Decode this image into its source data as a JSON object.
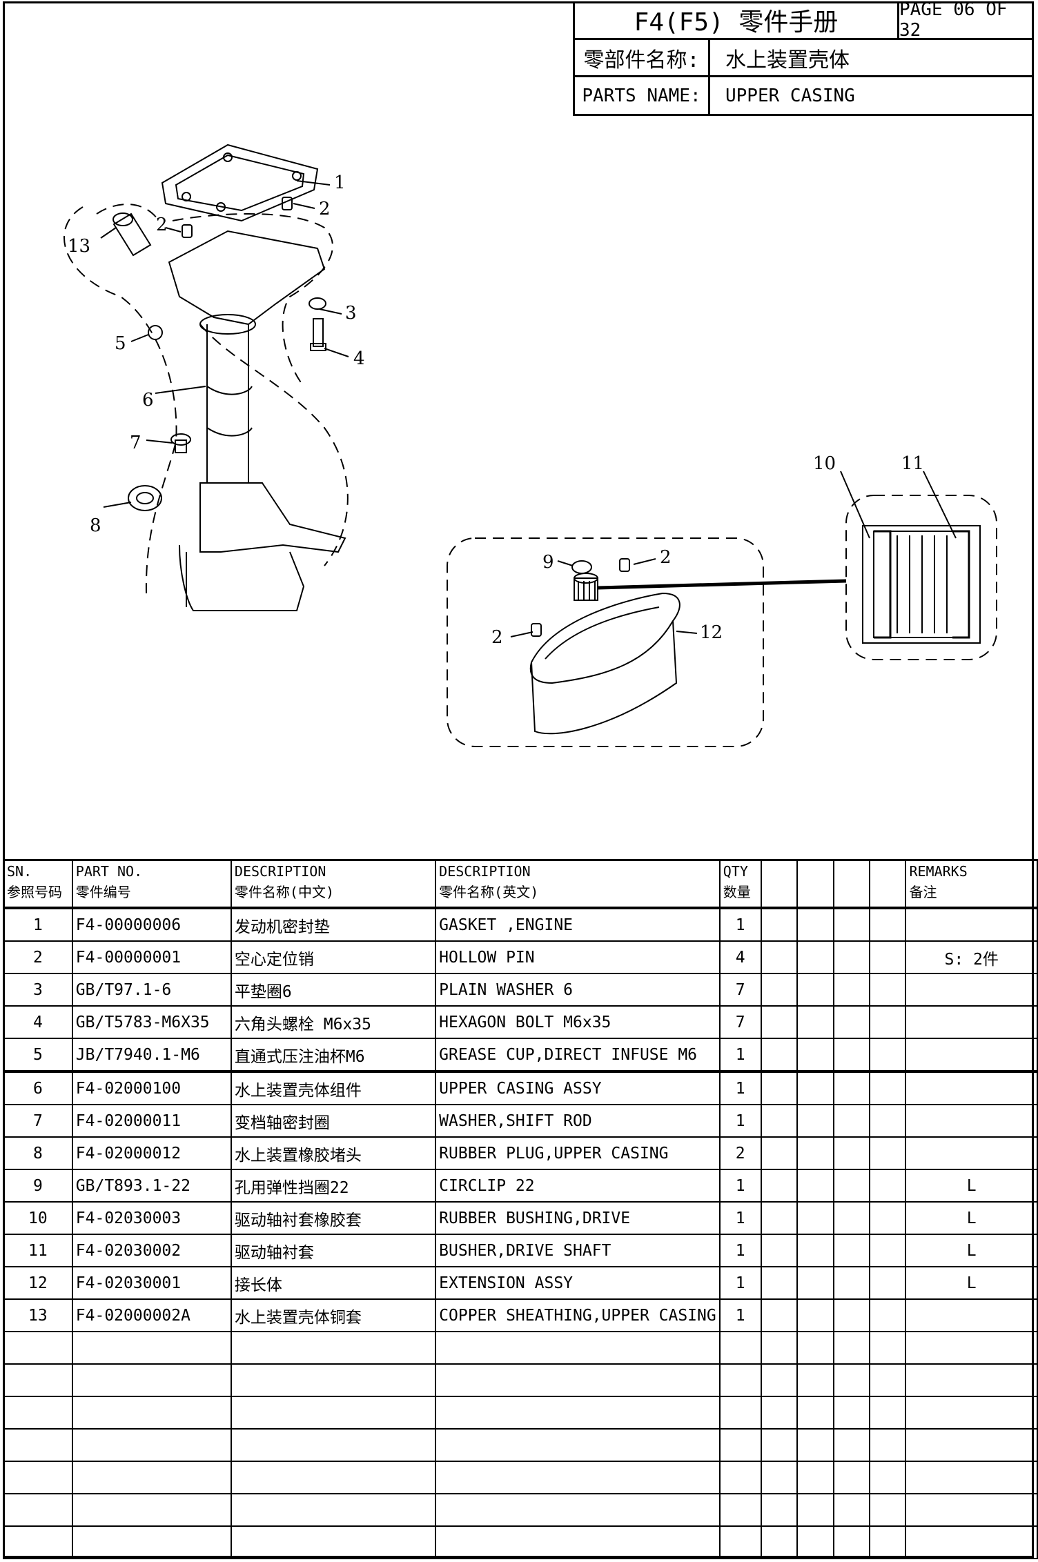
{
  "title_block": {
    "title": "F4(F5) 零件手册",
    "page": "PAGE 06 OF 32",
    "name_label_cn": "零部件名称:",
    "name_value_cn": "水上装置壳体",
    "name_label_en": "PARTS NAME:",
    "name_value_en": "UPPER CASING"
  },
  "callouts": [
    "1",
    "2",
    "2",
    "3",
    "4",
    "5",
    "6",
    "7",
    "8",
    "13",
    "9",
    "2",
    "2",
    "12",
    "10",
    "11"
  ],
  "table": {
    "headers": {
      "sn": [
        "SN.",
        "参照号码"
      ],
      "part_no": [
        "PART NO.",
        "零件编号"
      ],
      "desc_cn": [
        "DESCRIPTION",
        "零件名称(中文)"
      ],
      "desc_en": [
        "DESCRIPTION",
        "零件名称(英文)"
      ],
      "qty": [
        "QTY",
        "数量"
      ],
      "remarks": [
        "REMARKS",
        "备注"
      ]
    },
    "rows": [
      {
        "sn": "1",
        "part_no": "F4-00000006",
        "desc_cn": "发动机密封垫",
        "desc_en": "GASKET ,ENGINE",
        "qty": "1",
        "remarks": ""
      },
      {
        "sn": "2",
        "part_no": "F4-00000001",
        "desc_cn": "空心定位销",
        "desc_en": "HOLLOW PIN",
        "qty": "4",
        "remarks": "S: 2件"
      },
      {
        "sn": "3",
        "part_no": "GB/T97.1-6",
        "desc_cn": "平垫圈6",
        "desc_en": "PLAIN WASHER 6",
        "qty": "7",
        "remarks": ""
      },
      {
        "sn": "4",
        "part_no": "GB/T5783-M6X35",
        "desc_cn": "六角头螺栓 M6x35",
        "desc_en": "HEXAGON BOLT M6x35",
        "qty": "7",
        "remarks": ""
      },
      {
        "sn": "5",
        "part_no": "JB/T7940.1-M6",
        "desc_cn": "直通式压注油杯M6",
        "desc_en": "GREASE CUP,DIRECT INFUSE M6",
        "qty": "1",
        "remarks": ""
      },
      {
        "sn": "6",
        "part_no": "F4-02000100",
        "desc_cn": "水上装置壳体组件",
        "desc_en": "UPPER CASING ASSY",
        "qty": "1",
        "remarks": ""
      },
      {
        "sn": "7",
        "part_no": "F4-02000011",
        "desc_cn": "变档轴密封圈",
        "desc_en": "WASHER,SHIFT ROD",
        "qty": "1",
        "remarks": ""
      },
      {
        "sn": "8",
        "part_no": "F4-02000012",
        "desc_cn": "水上装置橡胶堵头",
        "desc_en": "RUBBER PLUG,UPPER CASING",
        "qty": "2",
        "remarks": ""
      },
      {
        "sn": "9",
        "part_no": "GB/T893.1-22",
        "desc_cn": "孔用弹性挡圈22",
        "desc_en": "CIRCLIP 22",
        "qty": "1",
        "remarks": "L"
      },
      {
        "sn": "10",
        "part_no": "F4-02030003",
        "desc_cn": "驱动轴衬套橡胶套",
        "desc_en": "RUBBER BUSHING,DRIVE",
        "qty": "1",
        "remarks": "L"
      },
      {
        "sn": "11",
        "part_no": "F4-02030002",
        "desc_cn": "驱动轴衬套",
        "desc_en": "BUSHER,DRIVE SHAFT",
        "qty": "1",
        "remarks": "L"
      },
      {
        "sn": "12",
        "part_no": "F4-02030001",
        "desc_cn": "接长体",
        "desc_en": "EXTENSION ASSY",
        "qty": "1",
        "remarks": "L"
      },
      {
        "sn": "13",
        "part_no": "F4-02000002A",
        "desc_cn": "水上装置壳体铜套",
        "desc_en": "COPPER SHEATHING,UPPER CASING",
        "qty": "1",
        "remarks": ""
      }
    ],
    "empty_rows": 7
  }
}
